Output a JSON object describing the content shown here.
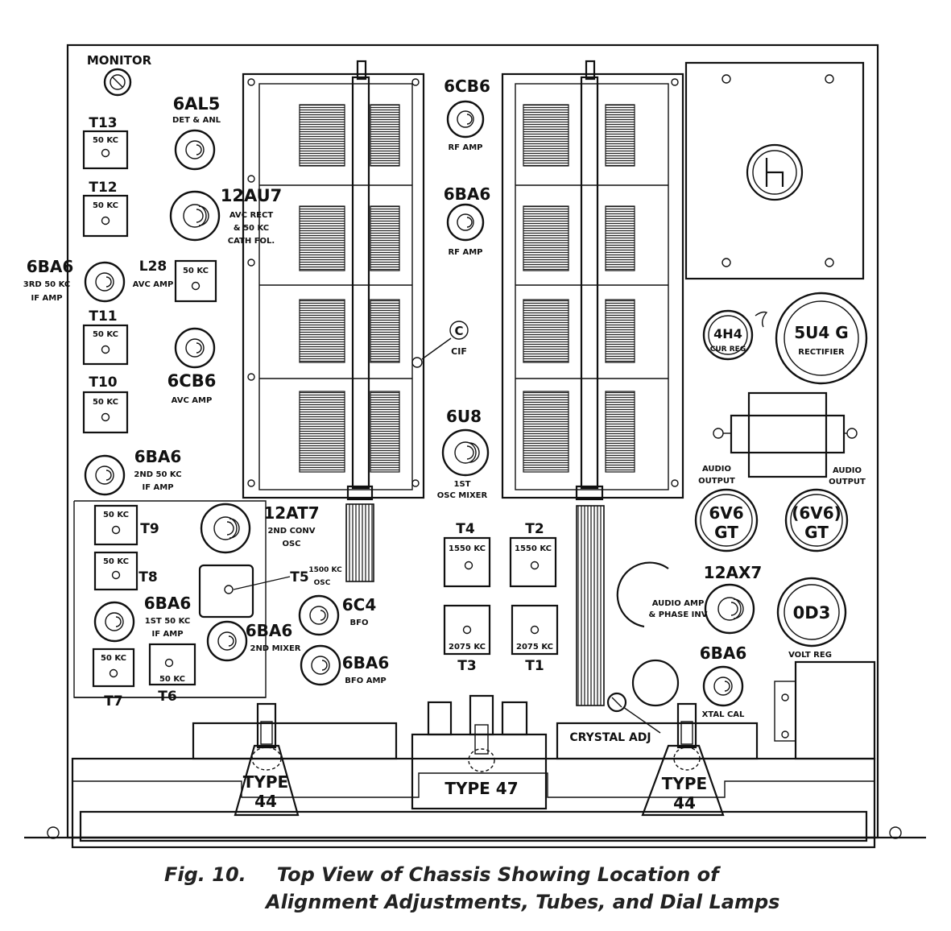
{
  "figure": {
    "number": "Fig. 10.",
    "caption_line1": "Top View of Chassis Showing Location of",
    "caption_line2": "Alignment Adjustments, Tubes, and Dial Lamps"
  },
  "monitor": "MONITOR",
  "tubes": {
    "t6al5": {
      "name": "6AL5",
      "desc1": "DET & ANL",
      "desc2": ""
    },
    "t12au7": {
      "name": "12AU7",
      "desc1": "AVC RECT",
      "desc2": "& 50 KC",
      "desc3": "CATH FOL."
    },
    "t6ba6_3rd": {
      "name": "6BA6",
      "desc1": "3RD 50 KC",
      "desc2": "IF AMP"
    },
    "t6cb6_avc": {
      "name": "6CB6",
      "desc1": "AVC AMP"
    },
    "t6ba6_2nd": {
      "name": "6BA6",
      "desc1": "2ND 50 KC",
      "desc2": "IF AMP"
    },
    "t12at7": {
      "name": "12AT7",
      "desc1": "2ND CONV",
      "desc2": "OSC"
    },
    "t6ba6_1st": {
      "name": "6BA6",
      "desc1": "1ST 50 KC",
      "desc2": "IF AMP"
    },
    "t6ba6_mix": {
      "name": "6BA6",
      "desc1": "2ND MIXER"
    },
    "t6c4": {
      "name": "6C4",
      "desc1": "BFO"
    },
    "t6ba6_bfo": {
      "name": "6BA6",
      "desc1": "BFO AMP"
    },
    "t6cb6_rf": {
      "name": "6CB6",
      "desc1": "RF AMP"
    },
    "t6ba6_rf": {
      "name": "6BA6",
      "desc1": "RF AMP"
    },
    "t6u8": {
      "name": "6U8",
      "desc1": "1ST",
      "desc2": "OSC MIXER"
    },
    "t4h4": {
      "name": "4H4",
      "desc1": "CUR REG"
    },
    "t5u4g": {
      "name": "5U4 G",
      "desc1": "RECTIFIER"
    },
    "t6v6a": {
      "name": "6V6",
      "desc1": "GT"
    },
    "t6v6b": {
      "name": "(6V6)",
      "desc1": "GT"
    },
    "t12ax7": {
      "name": "12AX7",
      "desc1": "AUDIO AMP",
      "desc2": "& PHASE INV"
    },
    "t0d3": {
      "name": "0D3",
      "desc1": "VOLT REG"
    },
    "t6ba6_xtal": {
      "name": "6BA6",
      "desc1": "XTAL CAL"
    }
  },
  "transformers": {
    "t13": {
      "name": "T13",
      "value": "50 KC"
    },
    "t12": {
      "name": "T12",
      "value": "50 KC"
    },
    "l28": {
      "name": "L28",
      "desc": "AVC AMP",
      "value": "50 KC"
    },
    "t11": {
      "name": "T11",
      "value": "50 KC"
    },
    "t10": {
      "name": "T10",
      "value": "50 KC"
    },
    "t9": {
      "name": "T9",
      "value": "50 KC"
    },
    "t8": {
      "name": "T8",
      "value": "50 KC"
    },
    "t7": {
      "name": "T7",
      "value": "50 KC"
    },
    "t6": {
      "name": "T6",
      "value": "50 KC"
    },
    "t5": {
      "name": "T5",
      "value": "1500 KC",
      "desc": "OSC"
    },
    "t4": {
      "name": "T4",
      "value": "1550 KC"
    },
    "t2": {
      "name": "T2",
      "value": "1550 KC"
    },
    "t3": {
      "name": "T3",
      "value": "2075 KC"
    },
    "t1": {
      "name": "T1",
      "value": "2075 KC"
    }
  },
  "cif": {
    "letter": "C",
    "label": "CIF"
  },
  "audio_output_left": {
    "line1": "AUDIO",
    "line2": "OUTPUT"
  },
  "audio_output_right": {
    "line1": "AUDIO",
    "line2": "OUTPUT"
  },
  "crystal_adj": "CRYSTAL ADJ",
  "lamps": {
    "left": {
      "line1": "TYPE",
      "line2": "44"
    },
    "center": {
      "line1": "TYPE 47"
    },
    "right": {
      "line1": "TYPE",
      "line2": "44"
    }
  }
}
